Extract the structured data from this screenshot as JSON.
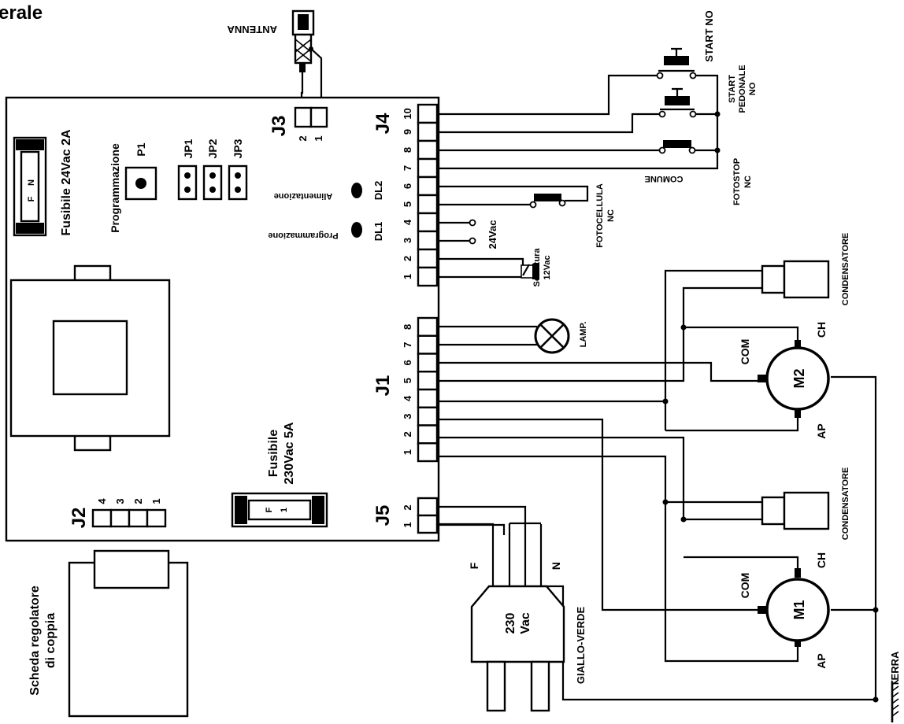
{
  "header": {
    "title_fragment": "erale"
  },
  "antenna": {
    "label": "ANTENNA"
  },
  "board": {
    "fuse_small": "Fusibile 24Vac 2A",
    "fuse_small_marks": [
      "F",
      "N"
    ],
    "programming_label": "Programmazione",
    "button": "P1",
    "jumpers": [
      "JP1",
      "JP2",
      "JP3"
    ],
    "leds": [
      {
        "id": "DL2",
        "label": "Alimentazione"
      },
      {
        "id": "DL1",
        "label": "Programmazione"
      }
    ],
    "fuse_main_1": "Fusibile",
    "fuse_main_2": "230Vac  5A",
    "fuse_main_marks": [
      "F",
      "1"
    ],
    "torque_board_1": "Scheda regolatore",
    "torque_board_2": "di coppia"
  },
  "connectors": {
    "j1": {
      "name": "J1",
      "pins": [
        "8",
        "7",
        "6",
        "5",
        "4",
        "3",
        "2",
        "1"
      ]
    },
    "j2": {
      "name": "J2",
      "pins": [
        "4",
        "3",
        "2",
        "1"
      ]
    },
    "j3": {
      "name": "J3",
      "pins": [
        "2",
        "1"
      ]
    },
    "j4": {
      "name": "J4",
      "pins": [
        "10",
        "9",
        "8",
        "7",
        "6",
        "5",
        "4",
        "3",
        "2",
        "1"
      ]
    },
    "j5": {
      "name": "J5",
      "pins": [
        "2",
        "1"
      ]
    }
  },
  "peripherals": {
    "start": "START  NO",
    "start_ped_1": "START",
    "start_ped_2": "PEDONALE",
    "start_ped_3": "NO",
    "fotostop_1": "FOTOSTOP",
    "fotostop_2": "NC",
    "comune": "COMUNE",
    "fotocellula_1": "FOTOCELLULA",
    "fotocellula_2": "NC",
    "v24": "24Vac",
    "serratura_1": "Serratura",
    "serratura_2": "12Vac",
    "lamp": "LAMP.",
    "condensatore": "CONDENSATORE",
    "com": "COM",
    "ch": "CH",
    "ap": "AP",
    "m2": "M2",
    "m1": "M1",
    "terra": "TERRA",
    "giallo_verde": "GIALLO-VERDE",
    "f": "F",
    "n": "N",
    "plug_1": "230",
    "plug_2": "Vac"
  }
}
